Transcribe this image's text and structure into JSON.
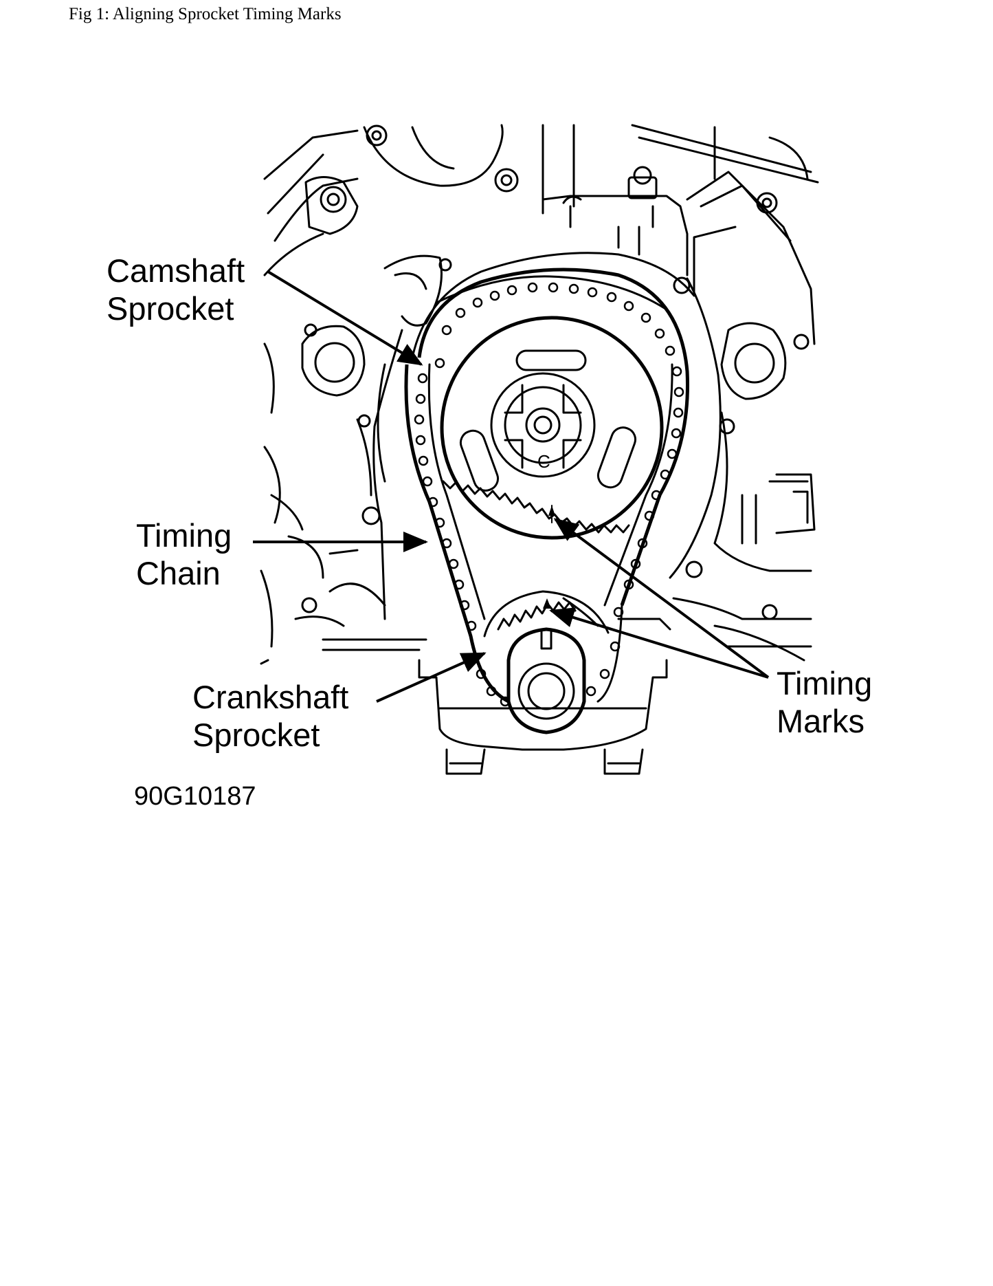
{
  "caption": "Fig 1: Aligning Sprocket Timing Marks",
  "labels": {
    "camshaft_sprocket_1": "Camshaft",
    "camshaft_sprocket_2": "Sprocket",
    "timing_chain_1": "Timing",
    "timing_chain_2": "Chain",
    "crankshaft_sprocket_1": "Crankshaft",
    "crankshaft_sprocket_2": "Sprocket",
    "timing_marks_1": "Timing",
    "timing_marks_2": "Marks"
  },
  "figure_code": "90G10187"
}
